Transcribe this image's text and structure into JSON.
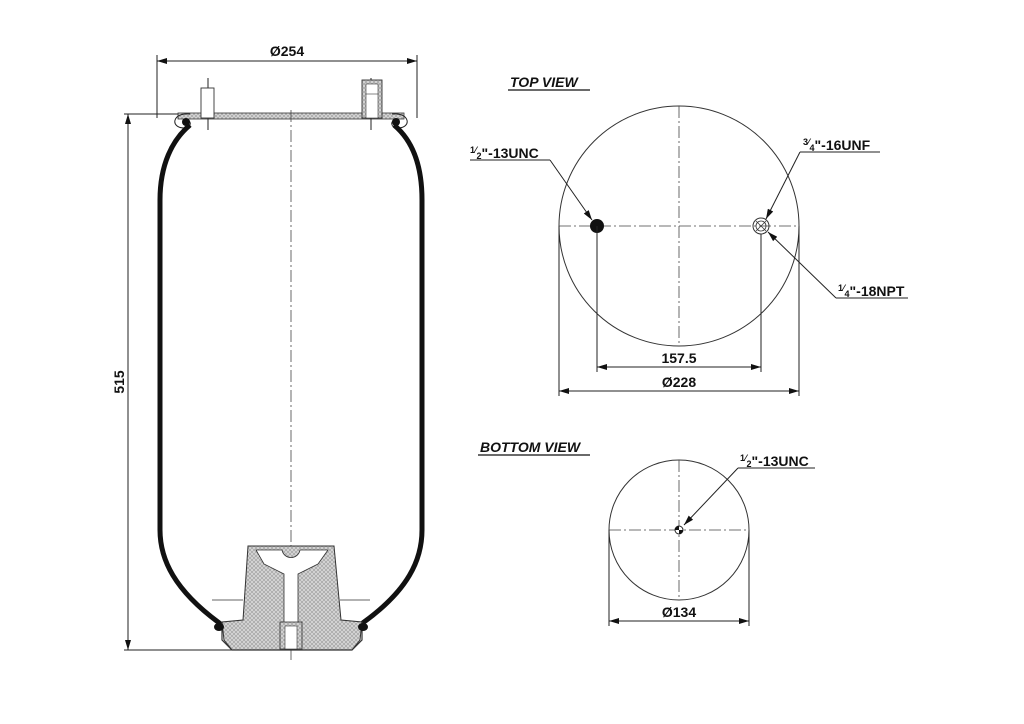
{
  "drawing": {
    "side_view": {
      "diameter_label": "Ø254",
      "height_label": "515"
    },
    "top_view": {
      "title": "TOP VIEW",
      "thread_left": {
        "whole": "",
        "frac_num": "1",
        "frac_den": "2",
        "rest": "\"-13UNC"
      },
      "thread_right_top": {
        "frac_num": "3",
        "frac_den": "4",
        "rest": "\"-16UNF"
      },
      "thread_right_bottom": {
        "frac_num": "1",
        "frac_den": "4",
        "rest": "\"-18NPT"
      },
      "hole_spacing_label": "157.5",
      "diameter_label": "Ø228"
    },
    "bottom_view": {
      "title": "BOTTOM VIEW",
      "thread": {
        "frac_num": "1",
        "frac_den": "2",
        "rest": "\"-13UNC"
      },
      "diameter_label": "Ø134"
    }
  }
}
